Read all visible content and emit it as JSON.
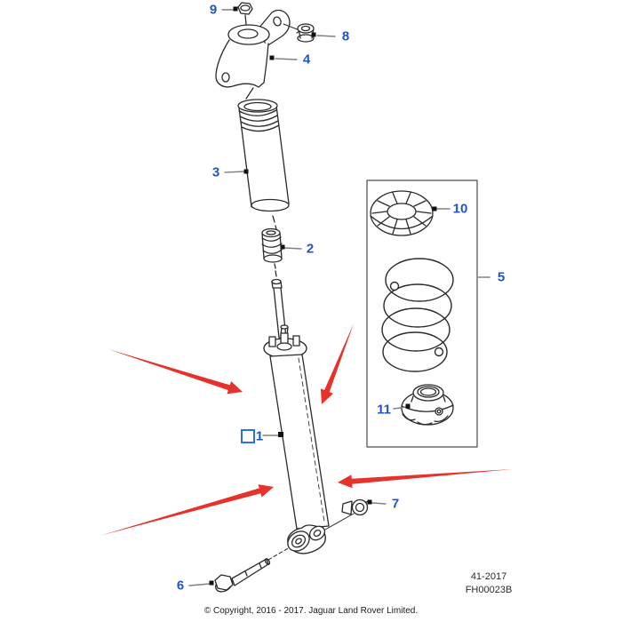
{
  "figure": {
    "type": "exploded-parts-diagram",
    "subject": "rear shock absorber and coil spring assembly"
  },
  "callouts": {
    "c1": {
      "label": "1"
    },
    "c2": {
      "label": "2"
    },
    "c3": {
      "label": "3"
    },
    "c4": {
      "label": "4"
    },
    "c5": {
      "label": "5"
    },
    "c6": {
      "label": "6"
    },
    "c7": {
      "label": "7"
    },
    "c8": {
      "label": "8"
    },
    "c9": {
      "label": "9"
    },
    "c10": {
      "label": "10"
    },
    "c11": {
      "label": "11"
    }
  },
  "reference": {
    "line1": "41-2017",
    "line2": "FH00023B"
  },
  "footer": {
    "copyright": "© Copyright, 2016 - 2017. Jaguar Land Rover Limited."
  },
  "colors": {
    "callout_blue": "#2353c8",
    "arrow_red": "#e8312a",
    "line_dark": "#2a2a2a",
    "leader_gray": "#808080"
  }
}
